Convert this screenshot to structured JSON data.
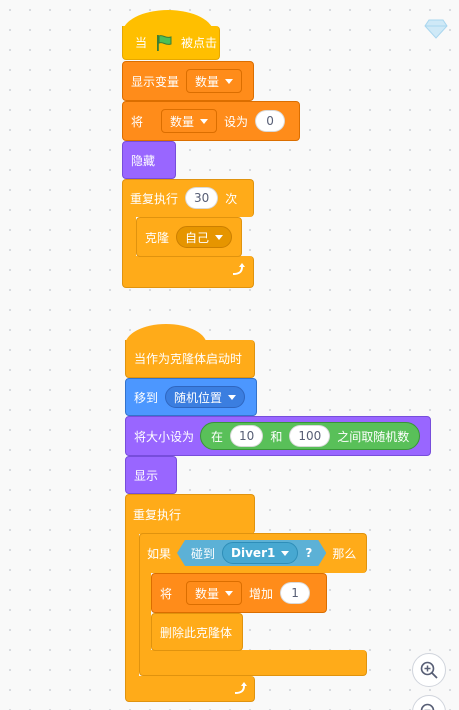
{
  "script1": {
    "when_flag_label": "当",
    "when_flag_suffix": "被点击",
    "show_variable_label": "显示变量",
    "show_variable_value": "数量",
    "set_prefix": "将",
    "set_variable": "数量",
    "set_mid": "设为",
    "set_value": "0",
    "hide_label": "隐藏",
    "repeat_label": "重复执行",
    "repeat_count": "30",
    "repeat_suffix": "次",
    "clone_label": "克隆",
    "clone_target": "自己"
  },
  "script2": {
    "hat_label": "当作为克隆体启动时",
    "goto_label": "移到",
    "goto_target": "随机位置",
    "size_label": "将大小设为",
    "random_in": "在",
    "random_from": "10",
    "random_and": "和",
    "random_to": "100",
    "random_suffix": "之间取随机数",
    "show_label": "显示",
    "forever_label": "重复执行",
    "if_label": "如果",
    "touching_label": "碰到",
    "touching_target": "Diver1",
    "touching_q": "?",
    "then_label": "那么",
    "change_prefix": "将",
    "change_variable": "数量",
    "change_mid": "增加",
    "change_value": "1",
    "delete_clone_label": "删除此克隆体"
  },
  "colors": {
    "events": "#ffbf00",
    "control": "#ffab19",
    "data": "#ff8c1a",
    "looks": "#9966ff",
    "motion": "#4c97ff",
    "operators": "#59c059",
    "sensing": "#5cb1d6"
  },
  "icons": [
    "green-flag-icon",
    "repeat-arrow-icon",
    "zoom-in-icon",
    "zoom-out-icon",
    "diamond-icon"
  ]
}
